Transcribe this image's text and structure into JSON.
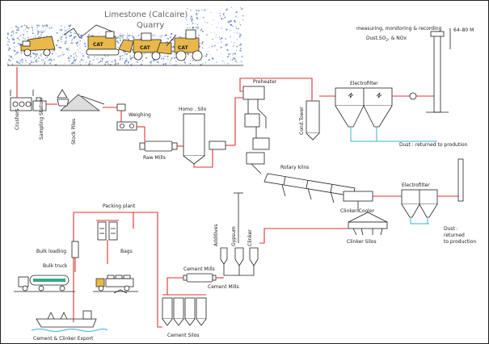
{
  "title": "Limestone (Calcaire)",
  "subtitle": "Quarry",
  "labels": {
    "measuring": "measuring, monitoring & recording",
    "emissions_prefix": "Dust,SO",
    "emissions_sub": "2",
    "emissions_suffix": ", & NOx",
    "stack_height": "64–80 M",
    "preheater": "Preheater",
    "electrofilter_top": "Electrofilter",
    "cond_tower": "Cond.Tower",
    "homo_silo": "Homo . Silo",
    "weighing": "Weighing",
    "raw_mills": "Raw Mills",
    "crushers": "Crushers",
    "sampling_station": "Sampling Station",
    "stock_piles": "Stock Piles",
    "dust_returned_top": "Dust : returned to prodution",
    "rotary_kilns": "Rotary kilns",
    "electrofilter_bottom": "Electrofilter",
    "clinker_cooler": "Clinker Cooler",
    "clinker_silos": "Clinker Silos",
    "dust_line1": "Dust :",
    "dust_line2": "returned",
    "dust_line3": "to production",
    "packing_plant": "Packing plant",
    "bulk_loading": "Bulk loading",
    "bulk_truck": "Bulk truck",
    "bags": "Bags",
    "additives": "Additives",
    "gypsum": "Gypsum",
    "clinker": "Clinker",
    "cement_mills_1": "Cement Mills",
    "cement_mills_2": "Cement Mills",
    "cement_silos": "Cement Silos",
    "export": "Cement & Clinker Export"
  },
  "colors": {
    "flow": "#dd3333",
    "ink": "#222222",
    "dust_line": "#3ab0d8",
    "quarry_speckle": "#5577bb",
    "truck_yellow": "#e8b84a"
  },
  "icons": [
    "quarry-truck-icon",
    "excavator-icon",
    "loader-icon",
    "bulk-truck-icon",
    "bag-truck-icon",
    "ship-icon"
  ]
}
